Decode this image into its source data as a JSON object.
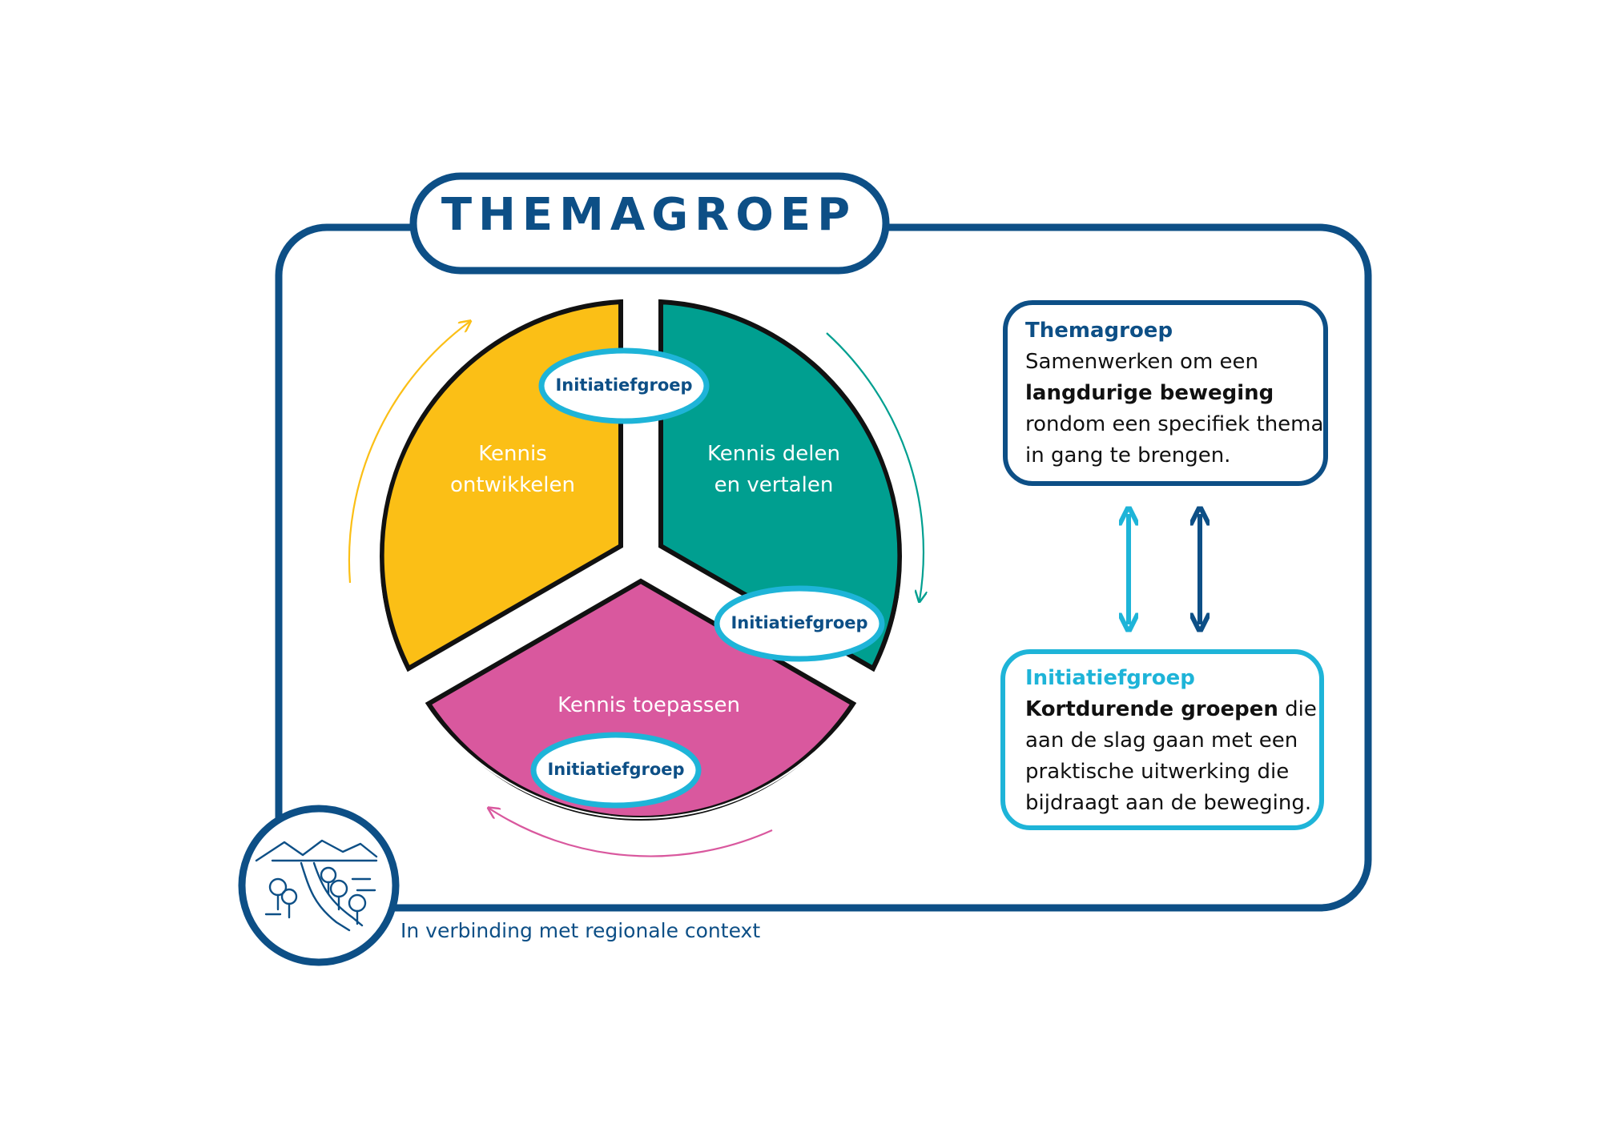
{
  "title": "THEMAGROEP",
  "colors": {
    "frame": "#0d4f86",
    "segment_yellow": "#fbbf16",
    "segment_teal": "#009f90",
    "segment_pink": "#d9589e",
    "pill_border": "#1eb4d8",
    "initiatief_accent": "#1eb4d8"
  },
  "segments": {
    "yellow": {
      "line1": "Kennis",
      "line2": "ontwikkelen"
    },
    "teal": {
      "line1": "Kennis delen",
      "line2": "en vertalen"
    },
    "pink": {
      "line1": "Kennis toepassen"
    }
  },
  "pills": [
    "Initiatiefgroep",
    "Initiatiefgroep",
    "Initiatiefgroep"
  ],
  "info_themagroep": {
    "heading": "Themagroep",
    "line1": "Samenwerken om een",
    "bold": "langdurige beweging",
    "line3": "rondom een specifiek thema",
    "line4": "in gang te brengen."
  },
  "info_initiatiefgroep": {
    "heading": "Initiatiefgroep",
    "bold": "Kortdurende groepen",
    "line1_rest": " die",
    "line2": "aan de slag gaan met een",
    "line3": "praktische uitwerking die",
    "line4": "bijdraagt aan de beweging."
  },
  "context_label": "In verbinding met regionale context",
  "icons": [
    "landscape-icon"
  ]
}
